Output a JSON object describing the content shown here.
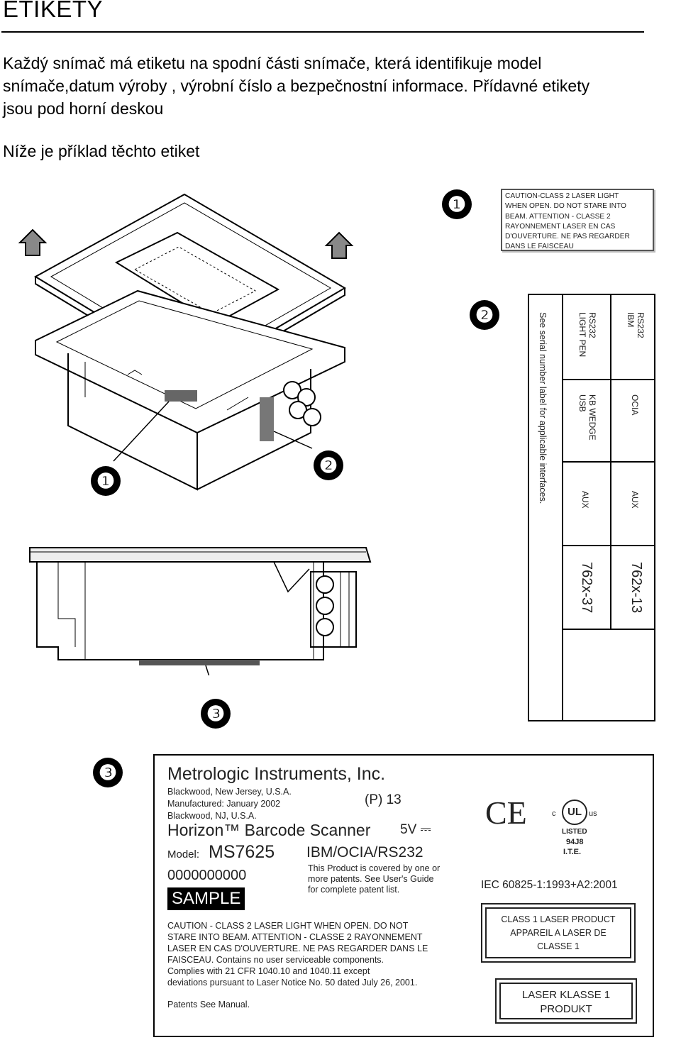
{
  "heading": "ETIKETY",
  "intro_lines": [
    "Každý snímač má etiketu na spodní části snímače, která identifikuje model",
    "snímače,datum výroby , výrobní číslo a bezpečnostní informace. Přídavné etikety",
    "jsou pod horní deskou"
  ],
  "example_text": "Níže je příklad těchto etiket",
  "callouts": {
    "one": "❶",
    "two": "❷",
    "three": "❸"
  },
  "label1": {
    "lines": [
      "CAUTION-CLASS 2 LASER LIGHT",
      "WHEN OPEN.  DO NOT STARE INTO",
      "BEAM.  ATTENTION - CLASSE 2",
      "RAYONNEMENT LASER EN CAS",
      "D'OUVERTURE.  NE PAS REGARDER",
      "DANS LE FAISCEAU"
    ]
  },
  "label2": {
    "footnote": "See serial number label for applicable interfaces.",
    "columns": [
      {
        "cells": [
          "RS232\nLIGHT PEN",
          "KB WEDGE\nUSB",
          "AUX",
          "762x-37"
        ]
      },
      {
        "cells": [
          "RS232\nIBM",
          "OCIA",
          "AUX",
          "762x-13"
        ]
      }
    ]
  },
  "label3": {
    "company": "Metrologic Instruments, Inc.",
    "address1": "Blackwood, New Jersey, U.S.A.",
    "manufactured": "Manufactured:  January 2002",
    "address2": "Blackwood, NJ, U.S.A.",
    "p_code": "(P)  13",
    "product": "Horizon™  Barcode Scanner",
    "voltage": "5V ⎓",
    "model_label": "Model:",
    "model": "MS7625",
    "interfaces": "IBM/OCIA/RS232",
    "serial": "0000000000",
    "sample": "SAMPLE",
    "patents_note": [
      "This Product is covered by one or",
      "more patents.  See User's Guide",
      "for complete patent list."
    ],
    "ce_mark": "CE",
    "ul_mark": "UL",
    "ul_c": "c",
    "ul_us": "us",
    "ul_listed": "LISTED",
    "ul_number": "94J8",
    "ul_ite": "I.T.E.",
    "iec": "IEC 60825-1:1993+A2:2001",
    "caution": [
      "CAUTION - CLASS 2 LASER LIGHT WHEN OPEN.  DO NOT",
      "STARE INTO BEAM.  ATTENTION - CLASSE 2 RAYONNEMENT",
      "LASER EN CAS D'OUVERTURE.  NE PAS REGARDER DANS LE",
      "FAISCEAU.  Contains no user serviceable components.",
      "Complies with 21 CFR 1040.10 and 1040.11 except",
      "deviations pursuant to Laser Notice No. 50 dated July 26, 2001."
    ],
    "patents": "Patents See Manual.",
    "class1": [
      "CLASS 1 LASER PRODUCT",
      "APPAREIL A LASER DE",
      "CLASSE 1"
    ],
    "klasse": [
      "LASER KLASSE 1",
      "PRODUKT"
    ]
  }
}
